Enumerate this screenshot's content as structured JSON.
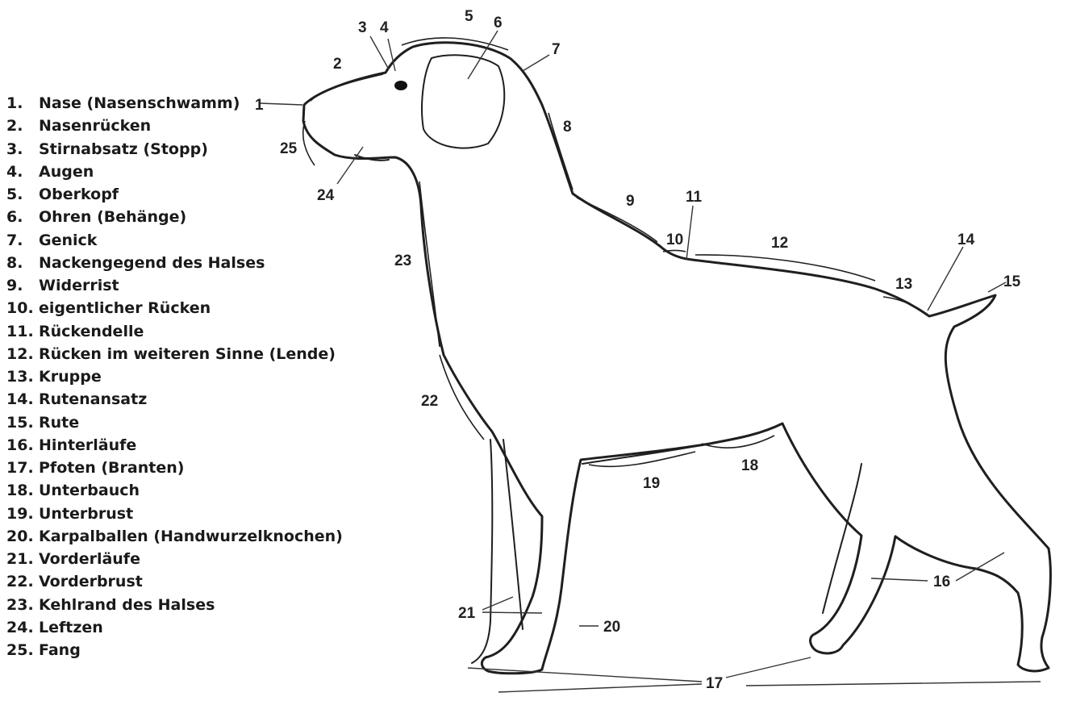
{
  "legend": [
    {
      "num": "1.",
      "label": "Nase (Nasenschwamm)"
    },
    {
      "num": "2.",
      "label": "Nasenrücken"
    },
    {
      "num": "3.",
      "label": "Stirnabsatz (Stopp)"
    },
    {
      "num": "4.",
      "label": "Augen"
    },
    {
      "num": "5.",
      "label": "Oberkopf"
    },
    {
      "num": "6.",
      "label": "Ohren (Behänge)"
    },
    {
      "num": "7.",
      "label": "Genick"
    },
    {
      "num": "8.",
      "label": "Nackengegend des Halses"
    },
    {
      "num": "9.",
      "label": "Widerrist"
    },
    {
      "num": "10.",
      "label": "eigentlicher Rücken"
    },
    {
      "num": "11.",
      "label": "Rückendelle"
    },
    {
      "num": "12.",
      "label": "Rücken im weiteren Sinne (Lende)"
    },
    {
      "num": "13.",
      "label": "Kruppe"
    },
    {
      "num": "14.",
      "label": "Rutenansatz"
    },
    {
      "num": "15.",
      "label": "Rute"
    },
    {
      "num": "16.",
      "label": "Hinterläufe"
    },
    {
      "num": "17.",
      "label": "Pfoten (Branten)"
    },
    {
      "num": "18.",
      "label": "Unterbauch"
    },
    {
      "num": "19.",
      "label": "Unterbrust"
    },
    {
      "num": "20.",
      "label": "Karpalballen (Handwurzelknochen)"
    },
    {
      "num": "21.",
      "label": "Vorderläufe"
    },
    {
      "num": "22.",
      "label": "Vorderbrust"
    },
    {
      "num": "23.",
      "label": "Kehlrand des Halses"
    },
    {
      "num": "24.",
      "label": "Leftzen"
    },
    {
      "num": "25.",
      "label": "Fang"
    }
  ],
  "callouts": [
    "1",
    "2",
    "3",
    "4",
    "5",
    "6",
    "7",
    "8",
    "9",
    "10",
    "11",
    "12",
    "13",
    "14",
    "15",
    "16",
    "17",
    "18",
    "19",
    "20",
    "21",
    "22",
    "23",
    "24",
    "25"
  ]
}
